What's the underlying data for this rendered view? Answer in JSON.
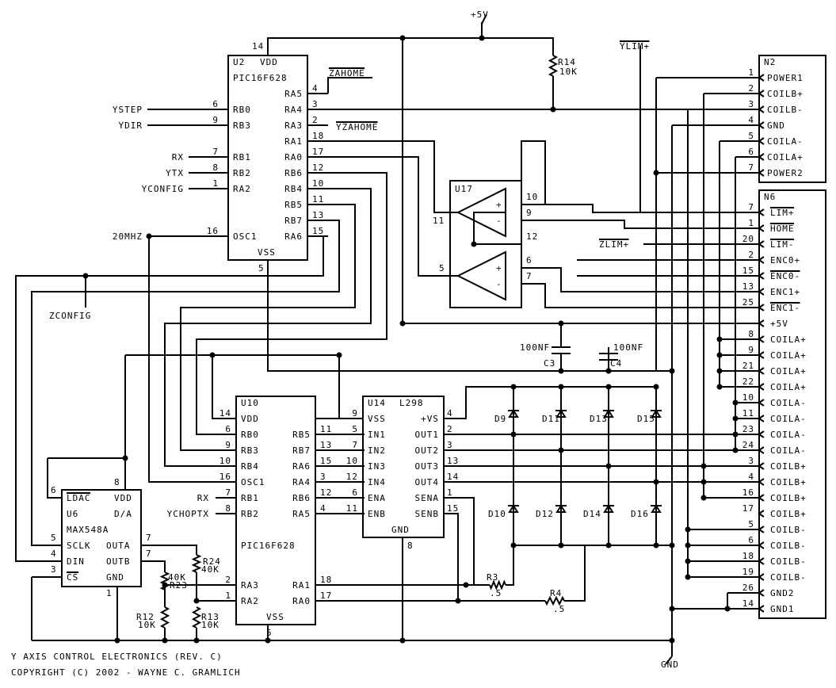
{
  "title": {
    "line1": "Y AXIS CONTROL ELECTRONICS (REV. C)",
    "line2": "COPYRIGHT (C) 2002 - WAYNE C. GRAMLICH"
  },
  "rails": {
    "vcc": "+5V",
    "gnd": "GND"
  },
  "nets": {
    "zahome": "ZAHOME",
    "yzahome": "YZAHOME",
    "ylim": "YLIM+",
    "zlim": "ZLIM+",
    "osc": "20MHZ",
    "zconfig": "ZCONFIG",
    "ystep": "YSTEP",
    "ydir": "YDIR",
    "rx": "RX",
    "ytx": "YTX",
    "yconfig": "YCONFIG",
    "ychoptx": "YCHOPTX"
  },
  "u2": {
    "ref": "U2",
    "vdd": "VDD",
    "part": "PIC16F628",
    "vss": "VSS",
    "pin_vdd": "14",
    "pin_vss": "5",
    "left": [
      {
        "pin": "6",
        "name": "RB0"
      },
      {
        "pin": "9",
        "name": "RB3"
      },
      {
        "pin": "7",
        "name": "RB1"
      },
      {
        "pin": "8",
        "name": "RB2"
      },
      {
        "pin": "1",
        "name": "RA2"
      },
      {
        "pin": "16",
        "name": "OSC1"
      }
    ],
    "right": [
      {
        "pin": "4",
        "name": "RA5"
      },
      {
        "pin": "3",
        "name": "RA4"
      },
      {
        "pin": "2",
        "name": "RA3"
      },
      {
        "pin": "18",
        "name": "RA1"
      },
      {
        "pin": "17",
        "name": "RA0"
      },
      {
        "pin": "12",
        "name": "RB6"
      },
      {
        "pin": "10",
        "name": "RB4"
      },
      {
        "pin": "11",
        "name": "RB5"
      },
      {
        "pin": "13",
        "name": "RB7"
      },
      {
        "pin": "15",
        "name": "RA6"
      }
    ]
  },
  "u10": {
    "ref": "U10",
    "part": "PIC16F628",
    "vss": "VSS",
    "pin_vss": "5",
    "left": [
      {
        "pin": "14",
        "name": "VDD"
      },
      {
        "pin": "6",
        "name": "RB0"
      },
      {
        "pin": "9",
        "name": "RB3"
      },
      {
        "pin": "10",
        "name": "RB4"
      },
      {
        "pin": "16",
        "name": "OSC1"
      },
      {
        "pin": "7",
        "name": "RB1"
      },
      {
        "pin": "8",
        "name": "RB2"
      },
      {
        "pin": "2",
        "name": "RA3"
      },
      {
        "pin": "1",
        "name": "RA2"
      }
    ],
    "right": [
      {
        "pin": "11",
        "name": "RB5"
      },
      {
        "pin": "13",
        "name": "RB7"
      },
      {
        "pin": "15",
        "name": "RA6"
      },
      {
        "pin": "3",
        "name": "RA4"
      },
      {
        "pin": "12",
        "name": "RB6"
      },
      {
        "pin": "4",
        "name": "RA5"
      },
      {
        "pin": "18",
        "name": "RA1"
      },
      {
        "pin": "17",
        "name": "RA0"
      }
    ]
  },
  "u14": {
    "ref": "U14",
    "part": "L298",
    "gnd": "GND",
    "pin_gnd": "8",
    "left": [
      {
        "pin": "9",
        "name": "VSS"
      },
      {
        "pin": "5",
        "name": "IN1"
      },
      {
        "pin": "7",
        "name": "IN2"
      },
      {
        "pin": "10",
        "name": "IN3"
      },
      {
        "pin": "12",
        "name": "IN4"
      },
      {
        "pin": "6",
        "name": "ENA"
      },
      {
        "pin": "11",
        "name": "ENB"
      }
    ],
    "right": [
      {
        "pin": "4",
        "name": "+VS"
      },
      {
        "pin": "2",
        "name": "OUT1"
      },
      {
        "pin": "3",
        "name": "OUT2"
      },
      {
        "pin": "13",
        "name": "OUT3"
      },
      {
        "pin": "14",
        "name": "OUT4"
      },
      {
        "pin": "1",
        "name": "SENA"
      },
      {
        "pin": "15",
        "name": "SENB"
      }
    ]
  },
  "u6": {
    "ldac": "LDAC",
    "vdd": "VDD",
    "ref": "U6",
    "da": "D/A",
    "part": "MAX548A",
    "sclk": "SCLK",
    "outa": "OUTA",
    "din": "DIN",
    "outb": "OUTB",
    "cs": "CS",
    "gnd": "GND",
    "pins": {
      "ldac": "6",
      "vdd": "8",
      "sclk": "5",
      "outa": "7",
      "din": "4",
      "outb": "7",
      "cs": "3",
      "gnd": "1"
    }
  },
  "u17": {
    "ref": "U17",
    "a": {
      "plus": "10",
      "minus": "9",
      "out": "11"
    },
    "b": {
      "plus": "6",
      "minus": "7",
      "out": "5"
    },
    "pwr": "12"
  },
  "n2": {
    "ref": "N2",
    "pins": [
      {
        "pin": "1",
        "name": "POWER1"
      },
      {
        "pin": "2",
        "name": "COILB+"
      },
      {
        "pin": "3",
        "name": "COILB-"
      },
      {
        "pin": "4",
        "name": "GND"
      },
      {
        "pin": "5",
        "name": "COILA-"
      },
      {
        "pin": "6",
        "name": "COILA+"
      },
      {
        "pin": "7",
        "name": "POWER2"
      }
    ]
  },
  "n6": {
    "ref": "N6",
    "pins": [
      {
        "pin": "7",
        "name": "LIM+"
      },
      {
        "pin": "1",
        "name": "HOME"
      },
      {
        "pin": "20",
        "name": "LIM-"
      },
      {
        "pin": "2",
        "name": "ENC0+"
      },
      {
        "pin": "15",
        "name": "ENC0-"
      },
      {
        "pin": "13",
        "name": "ENC1+"
      },
      {
        "pin": "25",
        "name": "ENC1-"
      },
      {
        "pin": "",
        "name": "+5V"
      },
      {
        "pin": "8",
        "name": "COILA+"
      },
      {
        "pin": "9",
        "name": "COILA+"
      },
      {
        "pin": "21",
        "name": "COILA+"
      },
      {
        "pin": "22",
        "name": "COILA+"
      },
      {
        "pin": "10",
        "name": "COILA-"
      },
      {
        "pin": "11",
        "name": "COILA-"
      },
      {
        "pin": "23",
        "name": "COILA-"
      },
      {
        "pin": "24",
        "name": "COILA-"
      },
      {
        "pin": "3",
        "name": "COILB+"
      },
      {
        "pin": "4",
        "name": "COILB+"
      },
      {
        "pin": "16",
        "name": "COILB+"
      },
      {
        "pin": "17",
        "name": "COILB+"
      },
      {
        "pin": "5",
        "name": "COILB-"
      },
      {
        "pin": "6",
        "name": "COILB-"
      },
      {
        "pin": "18",
        "name": "COILB-"
      },
      {
        "pin": "19",
        "name": "COILB-"
      },
      {
        "pin": "26",
        "name": "GND2"
      },
      {
        "pin": "14",
        "name": "GND1"
      }
    ]
  },
  "passives": {
    "r14": {
      "ref": "R14",
      "val": "10K"
    },
    "r24": {
      "ref": "R24",
      "val": "40K"
    },
    "r23": {
      "ref": "R23",
      "val": "40K"
    },
    "r12": {
      "ref": "R12",
      "val": "10K"
    },
    "r13": {
      "ref": "R13",
      "val": "10K"
    },
    "r3": {
      "ref": "R3",
      "val": ".5"
    },
    "r4": {
      "ref": "R4",
      "val": ".5"
    },
    "c3": {
      "ref": "C3",
      "val": "100NF"
    },
    "c4": {
      "ref": "C4",
      "val": "100NF"
    },
    "diodes": [
      "D9",
      "D11",
      "D13",
      "D15",
      "D10",
      "D12",
      "D14",
      "D16"
    ]
  }
}
